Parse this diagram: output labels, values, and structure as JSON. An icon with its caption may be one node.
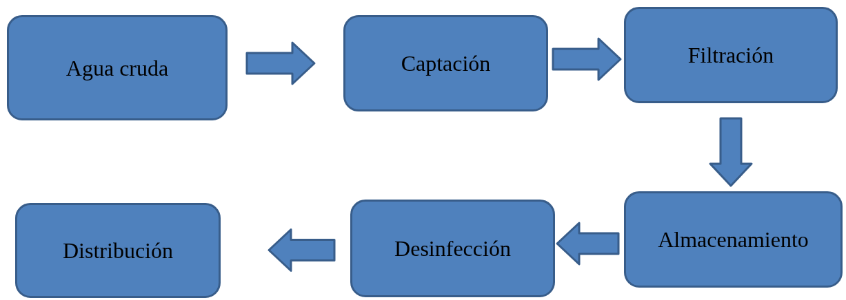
{
  "diagram": {
    "nodes": [
      {
        "text": [
          "Agua cruda"
        ]
      },
      {
        "text": [
          "Captación"
        ]
      },
      {
        "text": [
          "Filtración"
        ]
      },
      {
        "text": [
          "Almacenamiento"
        ]
      },
      {
        "text": [
          "Desinfección"
        ]
      },
      {
        "text": [
          "Distribución"
        ]
      }
    ],
    "edges": [
      {
        "from": 0,
        "to": 1,
        "arrow": "to"
      },
      {
        "from": 1,
        "to": 2,
        "arrow": "to"
      },
      {
        "from": 2,
        "to": 3,
        "arrow": "to"
      },
      {
        "from": 3,
        "to": 4,
        "arrow": "to"
      },
      {
        "from": 4,
        "to": 5,
        "arrow": "to"
      }
    ]
  }
}
